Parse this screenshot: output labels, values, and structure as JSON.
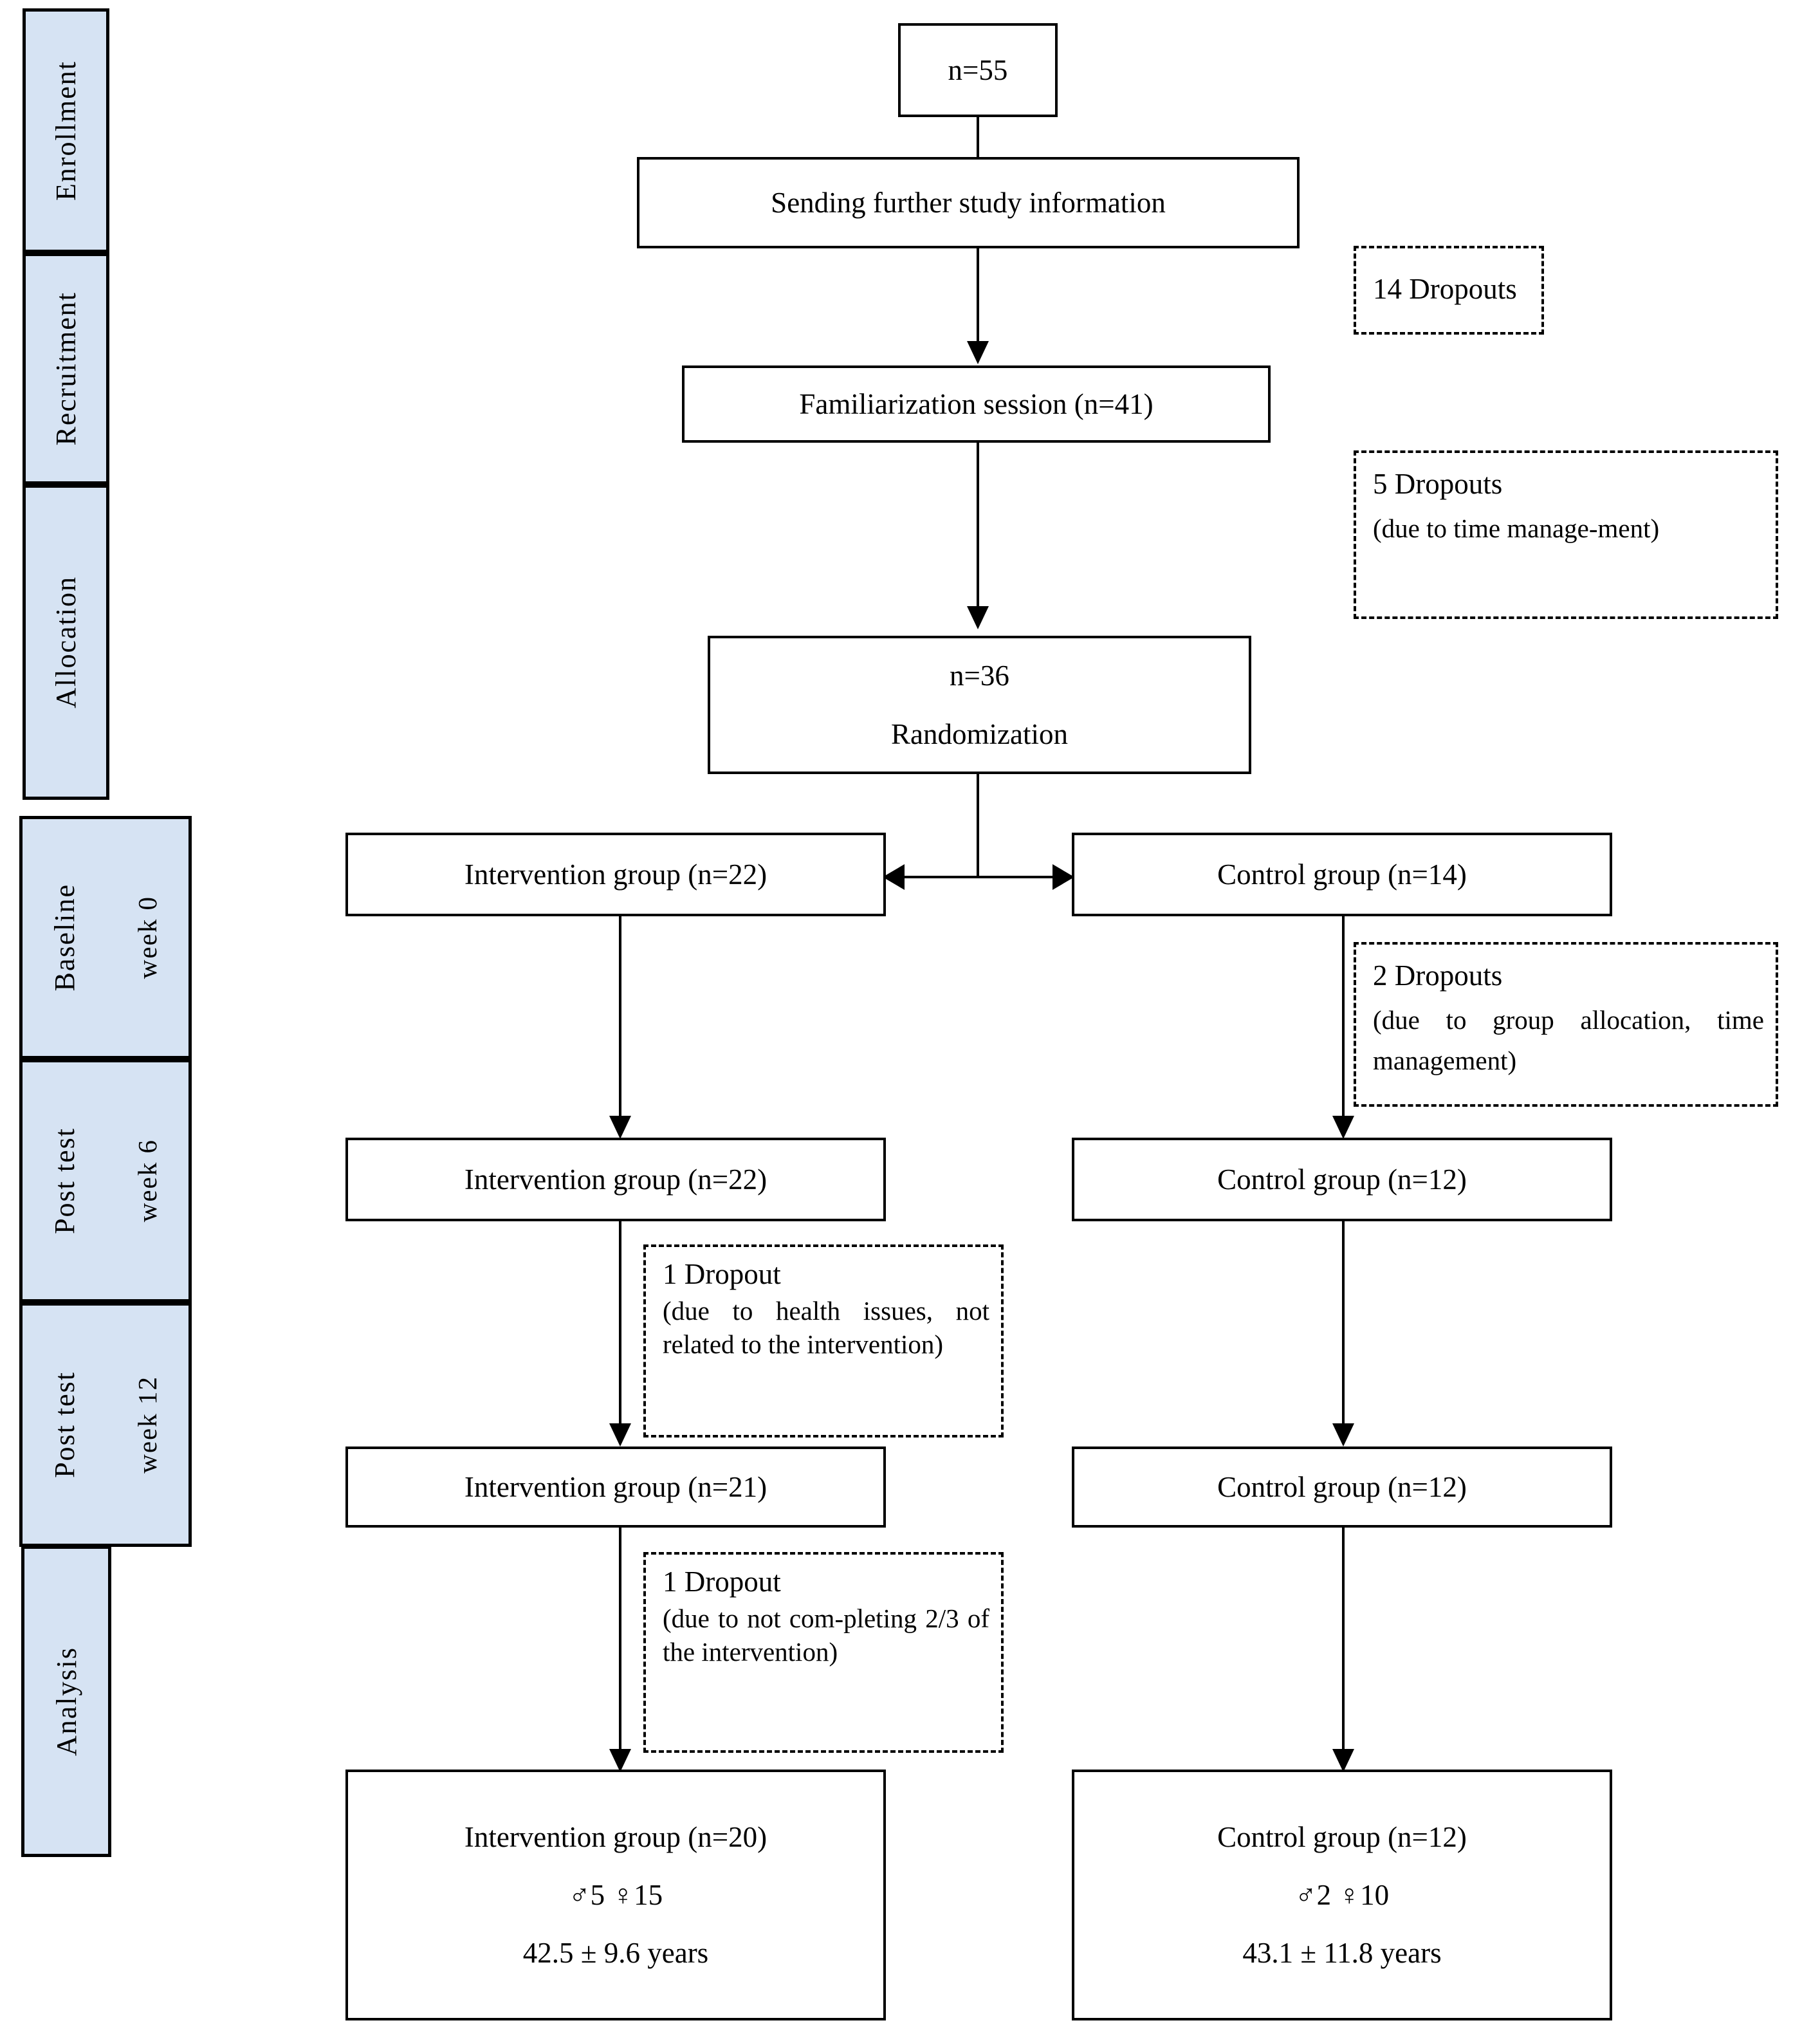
{
  "figure": {
    "type": "consort-flow-diagram",
    "accent_color": "#d6e3f3",
    "line_color": "#000000"
  },
  "phases": [
    {
      "label": "Enrollment",
      "sub": ""
    },
    {
      "label": "Recruitment",
      "sub": ""
    },
    {
      "label": "Allocation",
      "sub": ""
    },
    {
      "label": "Baseline",
      "sub": "week 0"
    },
    {
      "label": "Post test",
      "sub": "week 6"
    },
    {
      "label": "Post test",
      "sub": "week 12"
    },
    {
      "label": "Analysis",
      "sub": ""
    }
  ],
  "nodes": {
    "enrolled": {
      "lines": [
        "n=55"
      ]
    },
    "sending_info": {
      "lines": [
        "Sending further study information"
      ]
    },
    "familiarization": {
      "lines": [
        "Familiarization session (n=41)"
      ]
    },
    "randomization": {
      "lines": [
        "n=36",
        "Randomization"
      ]
    },
    "alloc_intervention": {
      "lines": [
        "Intervention group (n=22)"
      ]
    },
    "alloc_control": {
      "lines": [
        "Control group (n=14)"
      ]
    },
    "w6_intervention": {
      "lines": [
        "Intervention group (n=22)"
      ]
    },
    "w6_control": {
      "lines": [
        "Control group (n=12)"
      ]
    },
    "w12_intervention": {
      "lines": [
        "Intervention group (n=21)"
      ]
    },
    "w12_control": {
      "lines": [
        "Control group (n=12)"
      ]
    },
    "final_intervention": {
      "lines": [
        "Intervention group (n=20)",
        "♂5 ♀15",
        "42.5 ± 9.6 years"
      ]
    },
    "final_control": {
      "lines": [
        "Control group (n=12)",
        "♂2 ♀10",
        "43.1 ± 11.8 years"
      ]
    }
  },
  "dropouts": {
    "d14": {
      "heading": "14 Dropouts",
      "body": ""
    },
    "d5": {
      "heading": "5 Dropouts",
      "body": "(due to time manage-ment)"
    },
    "d2": {
      "heading": "2 Dropouts",
      "body": "(due to group allocation, time management)"
    },
    "d1a": {
      "heading": "1 Dropout",
      "body": "(due to health issues, not related to the intervention)"
    },
    "d1b": {
      "heading": "1 Dropout",
      "body": "(due to not com-pleting 2/3 of the intervention)"
    }
  },
  "chart_data": {
    "type": "table",
    "title": "CONSORT participant flow",
    "stages": [
      {
        "stage": "Enrollment",
        "n": 55
      },
      {
        "stage": "Familiarization session",
        "n": 41,
        "dropouts": 14
      },
      {
        "stage": "Randomization",
        "n": 36,
        "dropouts": 5,
        "dropout_reason": "time management"
      },
      {
        "stage": "Allocation - Intervention group",
        "n": 22
      },
      {
        "stage": "Allocation - Control group",
        "n": 14
      },
      {
        "stage": "Post test week 6 - Intervention group",
        "n": 22
      },
      {
        "stage": "Post test week 6 - Control group",
        "n": 12,
        "dropouts": 2,
        "dropout_reason": "group allocation, time management"
      },
      {
        "stage": "Post test week 12 - Intervention group",
        "n": 21,
        "dropouts": 1,
        "dropout_reason": "health issues, not related to the intervention"
      },
      {
        "stage": "Post test week 12 - Control group",
        "n": 12
      },
      {
        "stage": "Analysis - Intervention group",
        "n": 20,
        "dropouts": 1,
        "dropout_reason": "not completing 2/3 of the intervention",
        "males": 5,
        "females": 15,
        "age_mean": 42.5,
        "age_sd": 9.6
      },
      {
        "stage": "Analysis - Control group",
        "n": 12,
        "males": 2,
        "females": 10,
        "age_mean": 43.1,
        "age_sd": 11.8
      }
    ]
  }
}
